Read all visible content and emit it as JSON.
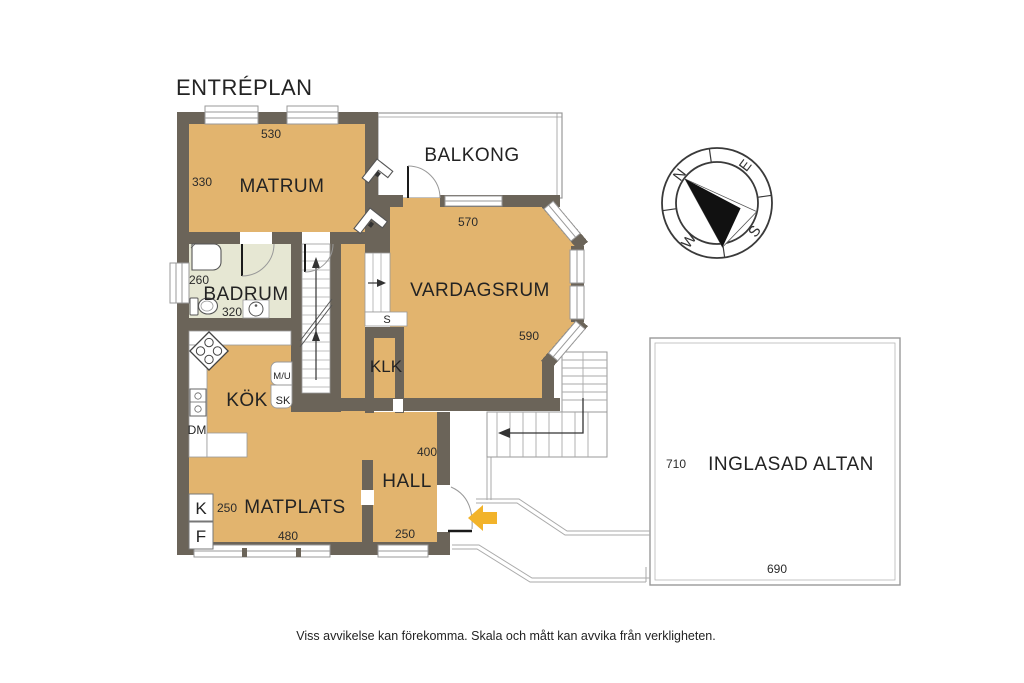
{
  "title": "ENTRÉPLAN",
  "footer": "Viss avvikelse kan förekomma. Skala och mått kan avvika från verkligheten.",
  "rooms": {
    "matrum": {
      "label": "MATRUM",
      "dim_width": "530",
      "dim_height": "330"
    },
    "balkong": {
      "label": "BALKONG"
    },
    "vardagsrum": {
      "label": "VARDAGSRUM",
      "dim_width": "570",
      "dim_height": "590"
    },
    "badrum": {
      "label": "BADRUM",
      "dim_height": "260",
      "dim_width": "320"
    },
    "kok": {
      "label": "KÖK"
    },
    "klk": {
      "label": "KLK"
    },
    "hall": {
      "label": "HALL",
      "dim_height": "400",
      "dim_width": "250"
    },
    "matplats": {
      "label": "MATPLATS",
      "dim_width": "480",
      "dim_height": "250"
    },
    "altan": {
      "label": "INGLASAD ALTAN",
      "dim_height": "710",
      "dim_width": "690"
    }
  },
  "fixtures": {
    "micro": "M/U",
    "cabinet": "SK",
    "dishwasher": "DM",
    "fridge": "K",
    "freezer": "F",
    "step": "S"
  },
  "compass": {
    "north": "N",
    "east": "E",
    "south": "S",
    "west": "W"
  },
  "colors": {
    "wall": "#6b6459",
    "floor": "#e2b46e",
    "bathroom_floor": "#e6e7d3",
    "entry_arrow": "#f2b32a",
    "outline": "#999999",
    "text": "#232323"
  }
}
